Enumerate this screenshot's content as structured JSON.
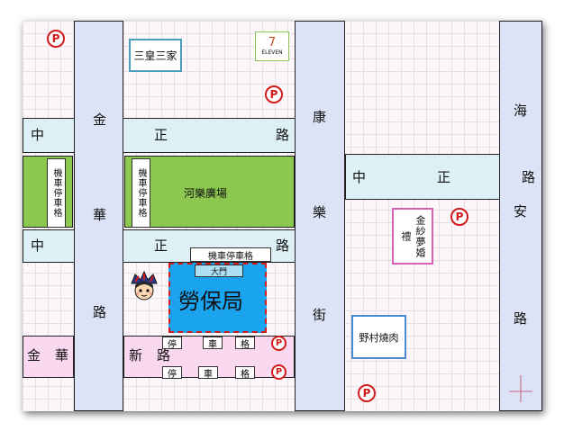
{
  "roads": {
    "jinhua_vertical": [
      "金",
      "華",
      "路"
    ],
    "jinhua_bottom": [
      "金",
      "華"
    ],
    "zhongzheng_left_1": "中",
    "zhongzheng_left_2": "中",
    "zhongzheng_upper": [
      "正",
      "路"
    ],
    "zhongzheng_middle": [
      "正",
      "路"
    ],
    "zhongzheng_right": [
      "中",
      "正",
      "路"
    ],
    "kangle": [
      "康",
      "樂",
      "街"
    ],
    "haian": [
      "海",
      "安",
      "路"
    ],
    "xin_lu": [
      "新",
      "路"
    ]
  },
  "places": {
    "sanhuangsanjia": "三皇三家",
    "seven_eleven_number": "7",
    "seven_eleven_name": "ELEVEN",
    "hele_plaza": "河樂廣場",
    "scooter_parking_vertical": "機車停車格",
    "scooter_parking_horizontal": "機車停車格",
    "main_gate": "大門",
    "labor_insurance": "勞保局",
    "wedding": "金紗夢婚禮",
    "nomura": "野村燒肉"
  },
  "parking_symbol": "P",
  "stall_labels": [
    "停",
    "車",
    "格"
  ],
  "colors": {
    "road_vertical": "#dde3f7",
    "road_horizontal": "#ddf0f5",
    "plaza_green": "#8cc850",
    "labor_blue": "#1aa3ee",
    "parking_red": "#d21a1a",
    "pink_road": "#fad8ef"
  }
}
